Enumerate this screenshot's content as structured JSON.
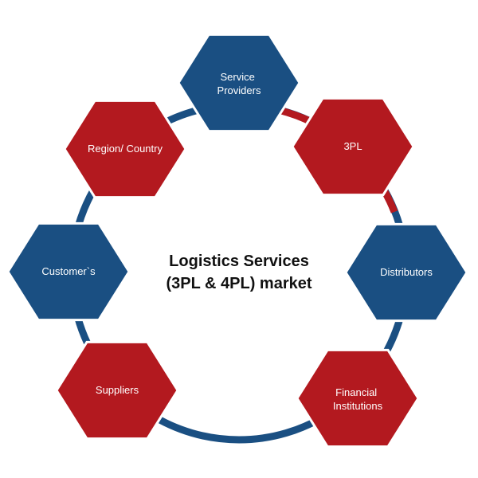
{
  "center": {
    "title_line1": "Logistics Services",
    "title_line2": "(3PL & 4PL) market"
  },
  "nodes": [
    {
      "id": "service-providers",
      "lines": [
        "Service",
        "Providers"
      ],
      "color": "blue"
    },
    {
      "id": "3pl",
      "lines": [
        "3PL"
      ],
      "color": "red"
    },
    {
      "id": "distributors",
      "lines": [
        "Distributors"
      ],
      "color": "blue"
    },
    {
      "id": "financial-institutions",
      "lines": [
        "Financial",
        "Institutions"
      ],
      "color": "red"
    },
    {
      "id": "suppliers",
      "lines": [
        "Suppliers"
      ],
      "color": "red"
    },
    {
      "id": "customers",
      "lines": [
        "Customer`s"
      ],
      "color": "blue"
    },
    {
      "id": "region-country",
      "lines": [
        "Region/ Country"
      ],
      "color": "red"
    }
  ],
  "colors": {
    "blue": "#1a4f82",
    "red": "#b3191f",
    "ring_blue": "#1a4f82",
    "ring_red": "#b3191f"
  }
}
